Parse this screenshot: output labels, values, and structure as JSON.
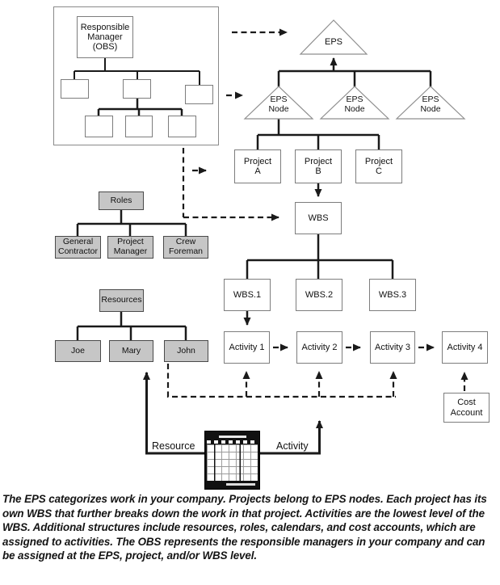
{
  "colors": {
    "box_gray": "#c6c6c6",
    "line": "#1a1a1a"
  },
  "obs": {
    "root": "Responsible Manager (OBS)"
  },
  "eps": {
    "root": "EPS",
    "nodes": [
      "EPS Node",
      "EPS Node",
      "EPS Node"
    ],
    "projects": [
      "Project A",
      "Project B",
      "Project C"
    ]
  },
  "wbs": {
    "root": "WBS",
    "children": [
      "WBS.1",
      "WBS.2",
      "WBS.3"
    ]
  },
  "activities": [
    "Activity 1",
    "Activity 2",
    "Activity 3",
    "Activity 4"
  ],
  "cost_account": "Cost Account",
  "roles": {
    "root": "Roles",
    "children": [
      "General Contractor",
      "Project Manager",
      "Crew Foreman"
    ]
  },
  "resources": {
    "root": "Resources",
    "children": [
      "Joe",
      "Mary",
      "John"
    ]
  },
  "calendar_links": {
    "resource": "Resource",
    "activity": "Activity"
  },
  "caption": "The EPS categorizes work in your company. Projects belong to EPS nodes. Each project has its own WBS that further breaks down the work in that project. Activities are the lowest level of the WBS. Additional structures include resources, roles, calendars, and cost accounts, which are assigned to activities. The OBS represents the responsible managers in your company and can be assigned at the EPS, project, and/or WBS level."
}
